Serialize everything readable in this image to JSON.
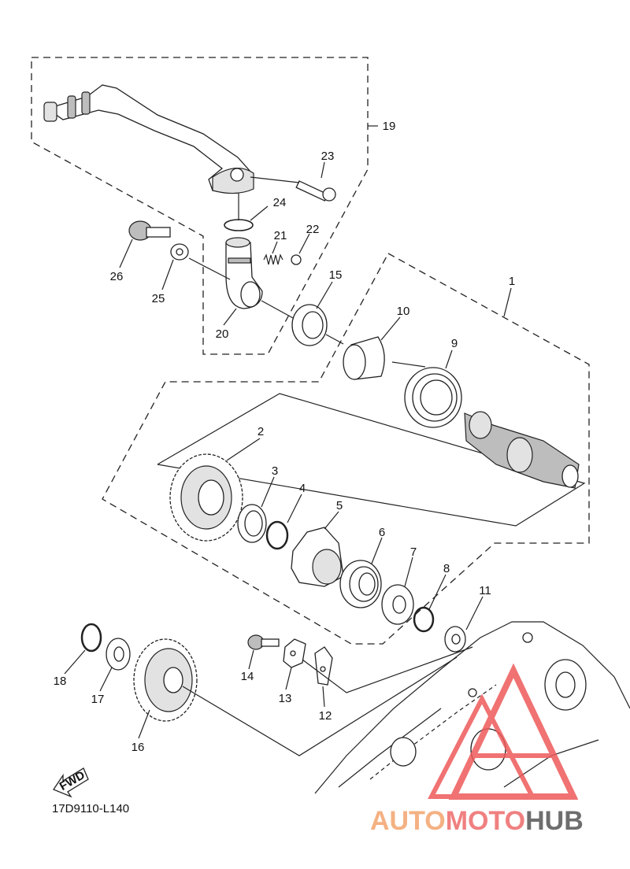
{
  "diagram": {
    "callouts": [
      "1",
      "2",
      "3",
      "4",
      "5",
      "6",
      "7",
      "8",
      "9",
      "10",
      "11",
      "12",
      "13",
      "14",
      "15",
      "16",
      "17",
      "18",
      "19",
      "20",
      "21",
      "22",
      "23",
      "24",
      "25",
      "26"
    ],
    "fwd_label": "FWD",
    "diagram_code": "17D9110-L140"
  },
  "watermark": {
    "part1": "AUTO",
    "part2": "MOTO",
    "part3": "HUB",
    "colors": {
      "auto": "#f4b183",
      "moto": "#f08080",
      "hub": "#6e6e6e",
      "logo": "#ee5a5a"
    }
  }
}
